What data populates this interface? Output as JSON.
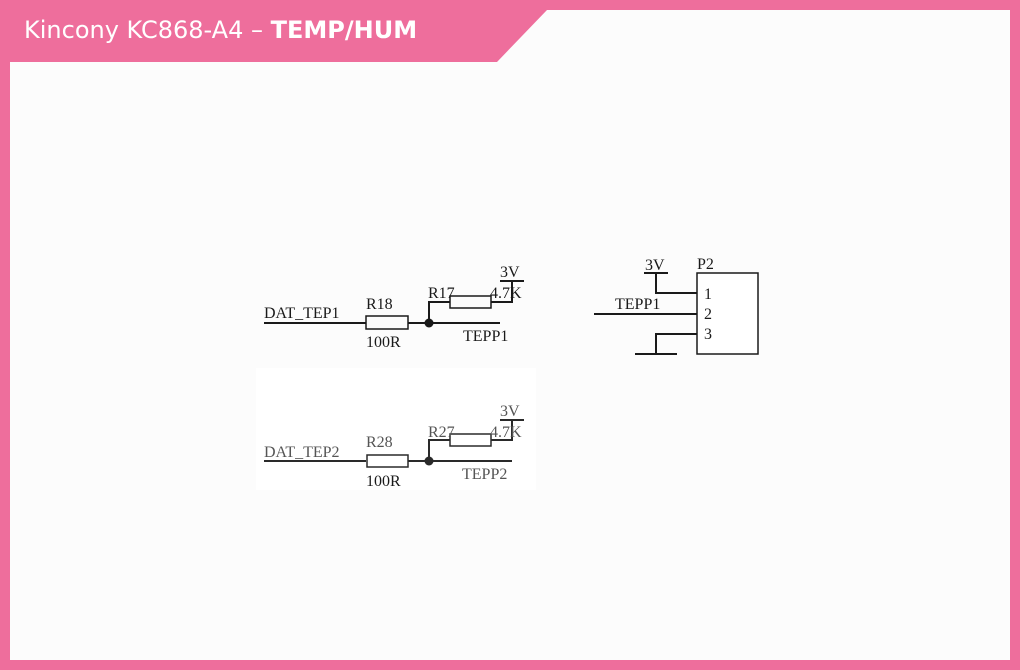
{
  "header": {
    "title_prefix": "Kincony KC868-A4 – ",
    "title_bold": "TEMP/HUM",
    "brand_color": "#ee6e9c"
  },
  "schematic": {
    "circuit1": {
      "net_in": "DAT_TEP1",
      "series_resistor": {
        "ref": "R18",
        "value": "100R"
      },
      "pullup_resistor": {
        "ref": "R17",
        "value": "4.7K"
      },
      "supply": "3V",
      "net_out": "TEPP1"
    },
    "circuit2": {
      "net_in": "DAT_TEP2",
      "series_resistor": {
        "ref": "R28",
        "value": "100R"
      },
      "pullup_resistor": {
        "ref": "R27",
        "value": "4.7K"
      },
      "supply": "3V",
      "net_out": "TEPP2"
    },
    "connector": {
      "ref": "P2",
      "supply": "3V",
      "net": "TEPP1",
      "pins": [
        "1",
        "2",
        "3"
      ]
    }
  }
}
